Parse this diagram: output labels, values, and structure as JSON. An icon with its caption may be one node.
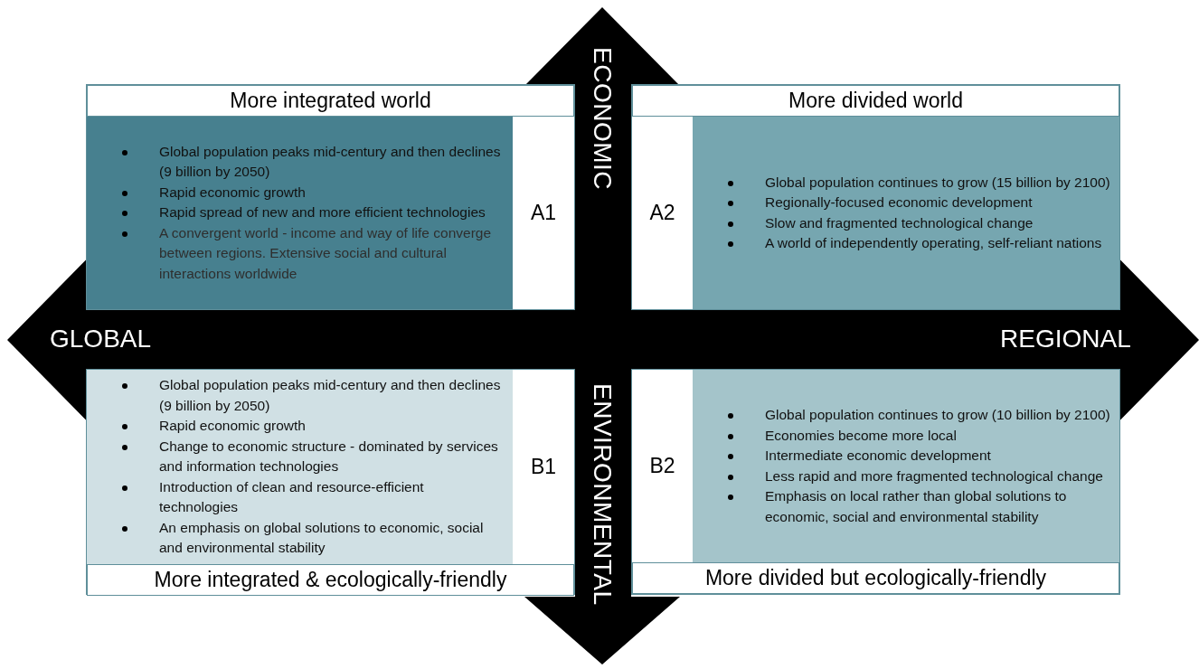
{
  "diagram": {
    "nodes": [
      {
        "text": [
          "More integrated world",
          "Global population peaks mid-century and then declines (9 billion by 2050)",
          "Rapid economic growth",
          "Rapid spread of new and more efficient technologies",
          "A convergent world - income and way of life converge between regions. Extensive social and cultural interactions worldwide",
          "A1"
        ]
      },
      {
        "text": [
          "More divided world",
          "Global population continues to grow (15 billion by 2100)",
          "Regionally-focused economic development",
          "Slow and fragmented technological change",
          "A world of independently operating, self-reliant nations",
          "A2"
        ]
      },
      {
        "text": [
          "Global population peaks mid-century and then declines (9 billion by 2050)",
          "Rapid economic growth",
          "Change to economic structure - dominated by services and information technologies",
          "Introduction of clean and resource-efficient technologies",
          "An emphasis on global solutions to economic, social and environmental stability",
          "B1",
          "More integrated & ecologically-friendly"
        ]
      },
      {
        "text": [
          "Global population continues to grow (10 billion by 2100)",
          "Economies become more local",
          "Intermediate economic development",
          "Less rapid and more fragmented technological change",
          "Emphasis on local rather than global solutions to economic, social and environmental stability",
          "B2",
          "More divided but ecologically-friendly"
        ]
      }
    ],
    "labels": [
      "ECONOMIC",
      "GLOBAL",
      "REGIONAL",
      "ENVIRONMENTAL"
    ]
  }
}
